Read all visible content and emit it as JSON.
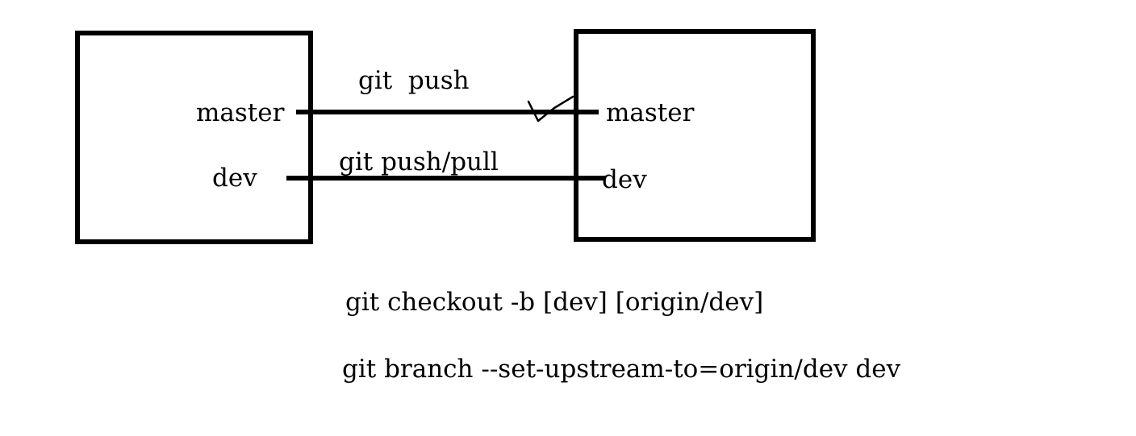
{
  "diagram": {
    "local_branches": {
      "master": "master",
      "dev": "dev"
    },
    "remote_branches": {
      "master": "master",
      "dev": "dev"
    },
    "links": {
      "master": "git  push",
      "dev": "git push/pull"
    },
    "commands": [
      "git checkout -b [dev] [origin/dev]",
      "git branch --set-upstream-to=origin/dev dev"
    ]
  },
  "colors": {
    "ink": "#000000",
    "background": "#ffffff"
  }
}
